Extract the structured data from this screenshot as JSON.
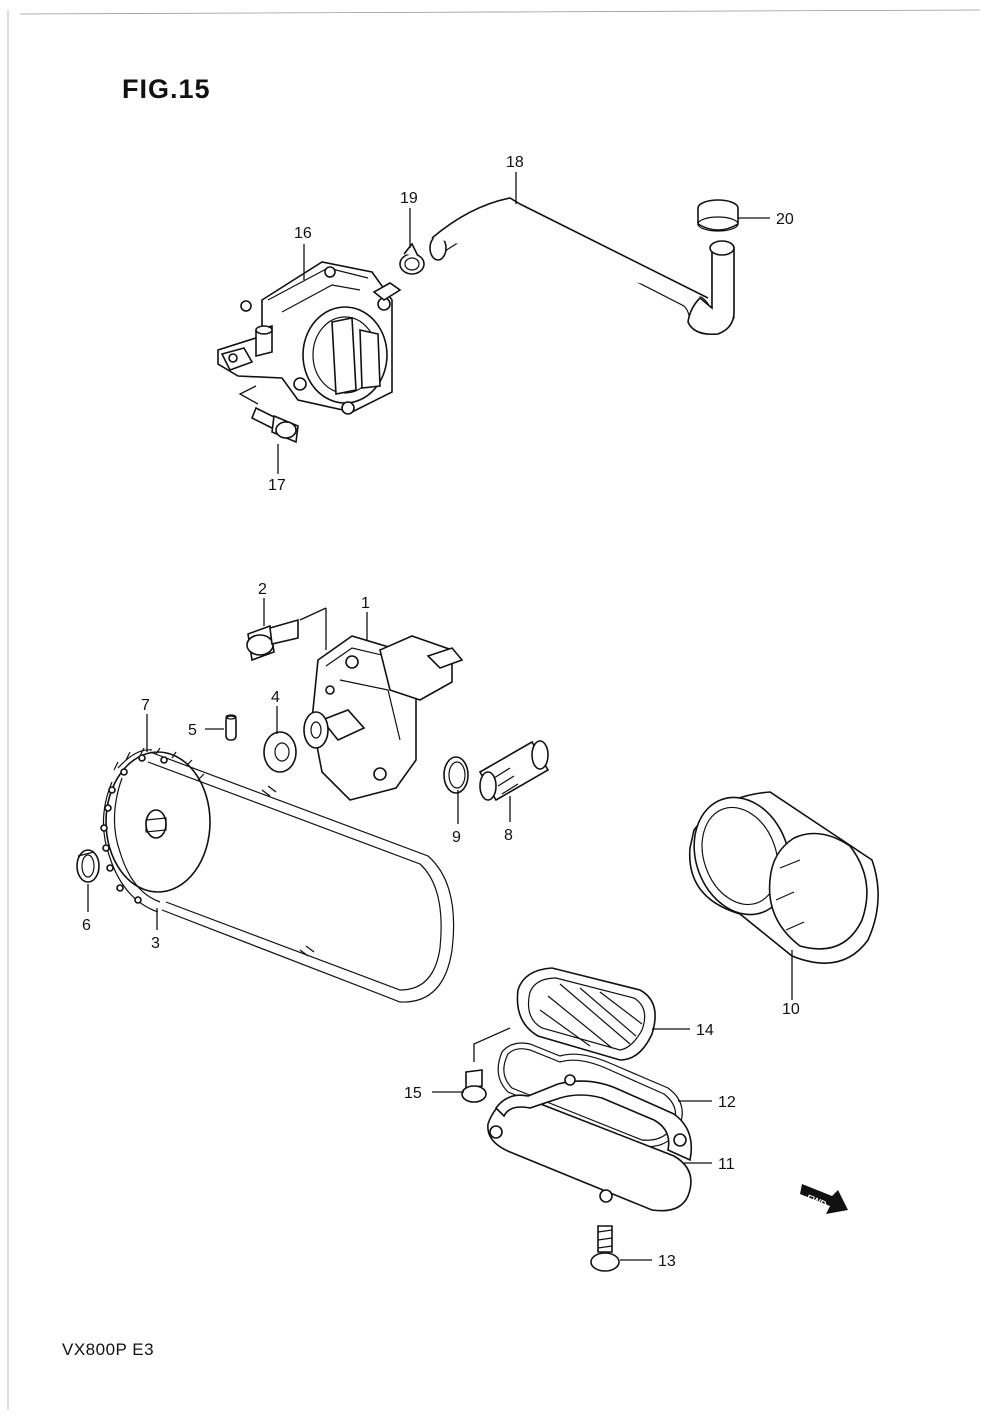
{
  "figure": {
    "title": "FIG.15",
    "model": "VX800P  E3",
    "fwd_badge": "FWD"
  },
  "callouts": [
    {
      "id": "c1",
      "label": "1"
    },
    {
      "id": "c2",
      "label": "2"
    },
    {
      "id": "c3",
      "label": "3"
    },
    {
      "id": "c4",
      "label": "4"
    },
    {
      "id": "c5",
      "label": "5"
    },
    {
      "id": "c6",
      "label": "6"
    },
    {
      "id": "c7",
      "label": "7"
    },
    {
      "id": "c8",
      "label": "8"
    },
    {
      "id": "c9",
      "label": "9"
    },
    {
      "id": "c10",
      "label": "10"
    },
    {
      "id": "c11",
      "label": "11"
    },
    {
      "id": "c12",
      "label": "12"
    },
    {
      "id": "c13",
      "label": "13"
    },
    {
      "id": "c14",
      "label": "14"
    },
    {
      "id": "c15",
      "label": "15"
    },
    {
      "id": "c16",
      "label": "16"
    },
    {
      "id": "c17",
      "label": "17"
    },
    {
      "id": "c18",
      "label": "18"
    },
    {
      "id": "c19",
      "label": "19"
    },
    {
      "id": "c20",
      "label": "20"
    }
  ]
}
